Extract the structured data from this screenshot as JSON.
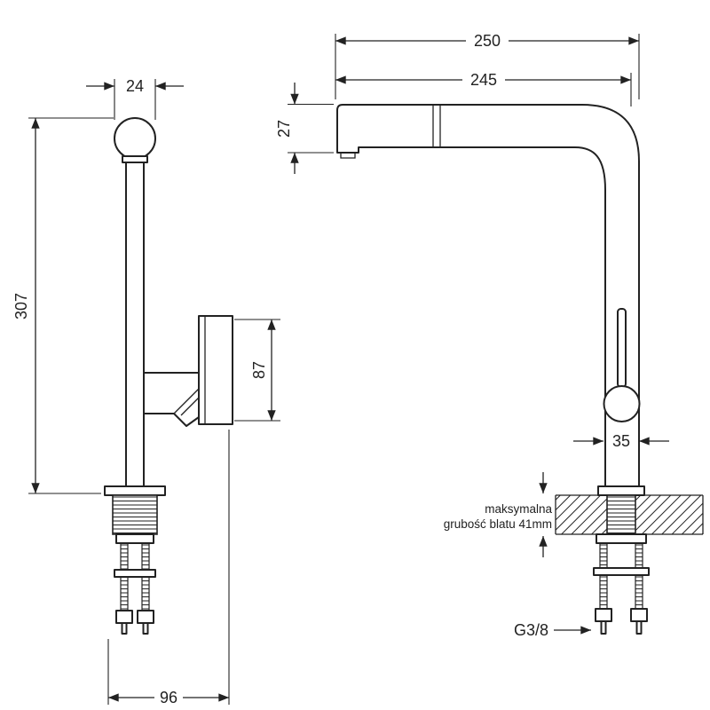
{
  "drawing": {
    "background_color": "#ffffff",
    "line_color": "#222222",
    "front_view": {
      "dim_head_width": "24",
      "dim_total_height": "307",
      "dim_spout_body_height": "87",
      "dim_base_depth": "96"
    },
    "side_view": {
      "dim_total_depth": "250",
      "dim_spout_reach": "245",
      "dim_spout_height": "27",
      "dim_column_width": "35",
      "countertop_note_line1": "maksymalna",
      "countertop_note_line2": "grubość blatu 41mm",
      "hose_thread_label": "G3/8"
    }
  }
}
